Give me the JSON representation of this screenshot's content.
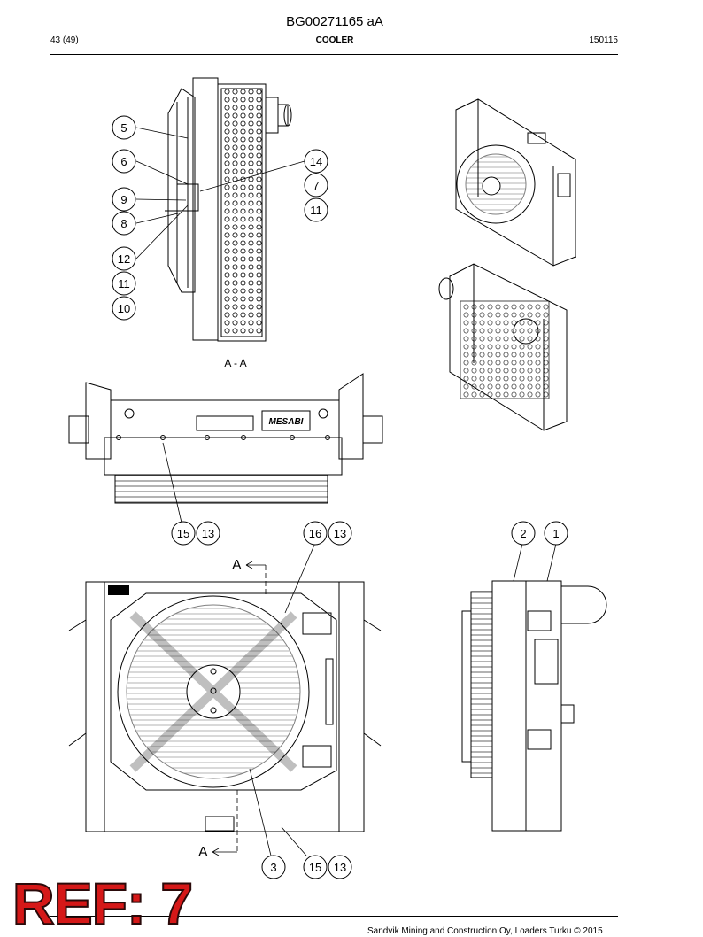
{
  "document_code": "BG00271165 aA",
  "page_number": "43 (49)",
  "section_title": "COOLER",
  "date_code": "150115",
  "section_label": "A - A",
  "section_marker": "A",
  "ref_stamp": "REF: 7",
  "footer_text": "Sandvik Mining and Construction Oy, Loaders Turku © 2015",
  "brand_plate": "MESABI",
  "callouts": {
    "side_view": [
      "5",
      "6",
      "9",
      "8",
      "12",
      "11",
      "10",
      "14",
      "7",
      "11"
    ],
    "top_view": [
      "15",
      "13",
      "16",
      "13"
    ],
    "right_view": [
      "2",
      "1"
    ],
    "front_view": [
      "3",
      "15",
      "13"
    ]
  }
}
